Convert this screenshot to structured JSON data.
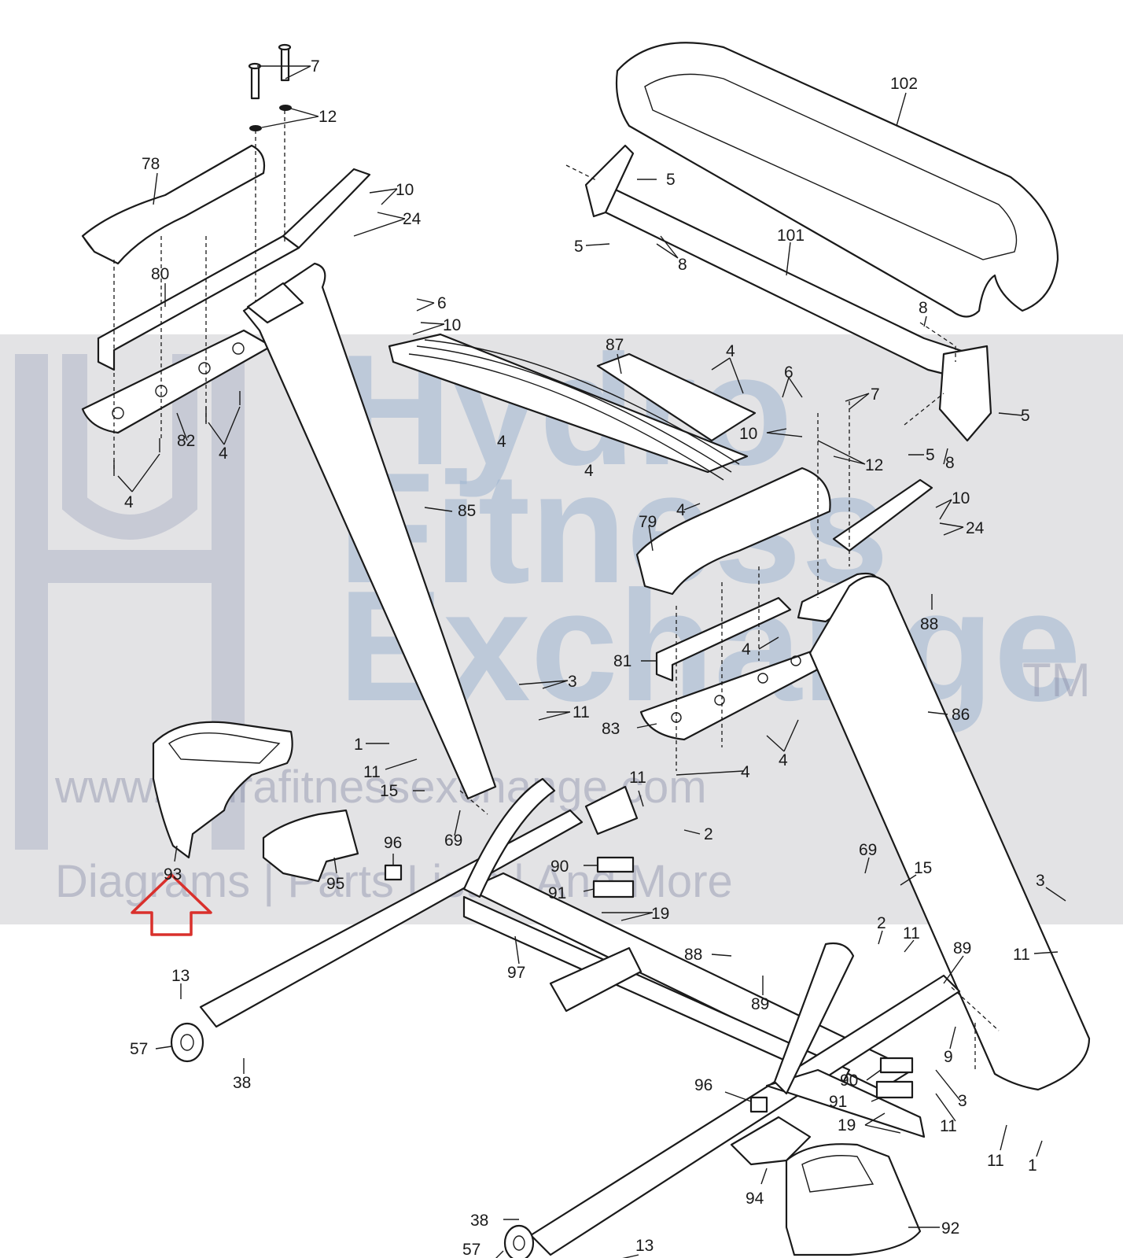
{
  "watermark": {
    "brand_line1": "Hydro",
    "brand_line2": "Fitness",
    "brand_line3": "Exchange",
    "trademark": "TM",
    "url": "www.hydrafitnessexchange.com",
    "tagline": "Diagrams | Parts Lists | And More",
    "band_color": "#d9d9dc",
    "logo_color": "#9fb4d0"
  },
  "highlight": {
    "arrow_color": "#d9302c",
    "target_part": "93"
  },
  "part_labels": [
    {
      "id": "p7a",
      "text": "7"
    },
    {
      "id": "p12a",
      "text": "12"
    },
    {
      "id": "p78",
      "text": "78"
    },
    {
      "id": "p10a",
      "text": "10"
    },
    {
      "id": "p24a",
      "text": "24"
    },
    {
      "id": "p80",
      "text": "80"
    },
    {
      "id": "p82",
      "text": "82"
    },
    {
      "id": "p4a",
      "text": "4"
    },
    {
      "id": "p4b",
      "text": "4"
    },
    {
      "id": "p102",
      "text": "102"
    },
    {
      "id": "p5a",
      "text": "5"
    },
    {
      "id": "p5b",
      "text": "5"
    },
    {
      "id": "p8a",
      "text": "8"
    },
    {
      "id": "p101",
      "text": "101"
    },
    {
      "id": "p6a",
      "text": "6"
    },
    {
      "id": "p10b",
      "text": "10"
    },
    {
      "id": "p87",
      "text": "87"
    },
    {
      "id": "p4c",
      "text": "4"
    },
    {
      "id": "p4d",
      "text": "4"
    },
    {
      "id": "p4e",
      "text": "4"
    },
    {
      "id": "p8b",
      "text": "8"
    },
    {
      "id": "p5c",
      "text": "5"
    },
    {
      "id": "p6b",
      "text": "6"
    },
    {
      "id": "p7b",
      "text": "7"
    },
    {
      "id": "p10c",
      "text": "10"
    },
    {
      "id": "p12b",
      "text": "12"
    },
    {
      "id": "p5d",
      "text": "5"
    },
    {
      "id": "p8c",
      "text": "8"
    },
    {
      "id": "p85",
      "text": "85"
    },
    {
      "id": "p4f",
      "text": "4"
    },
    {
      "id": "p79",
      "text": "79"
    },
    {
      "id": "p10d",
      "text": "10"
    },
    {
      "id": "p24b",
      "text": "24"
    },
    {
      "id": "p88a",
      "text": "88"
    },
    {
      "id": "p4g",
      "text": "4"
    },
    {
      "id": "p81",
      "text": "81"
    },
    {
      "id": "p86",
      "text": "86"
    },
    {
      "id": "p3a",
      "text": "3"
    },
    {
      "id": "p11a",
      "text": "11"
    },
    {
      "id": "p83",
      "text": "83"
    },
    {
      "id": "p4h",
      "text": "4"
    },
    {
      "id": "p4i",
      "text": "4"
    },
    {
      "id": "p1a",
      "text": "1"
    },
    {
      "id": "p11b",
      "text": "11"
    },
    {
      "id": "p15a",
      "text": "15"
    },
    {
      "id": "p11c",
      "text": "11"
    },
    {
      "id": "p2a",
      "text": "2"
    },
    {
      "id": "p69a",
      "text": "69"
    },
    {
      "id": "p96a",
      "text": "96"
    },
    {
      "id": "p93",
      "text": "93"
    },
    {
      "id": "p95",
      "text": "95"
    },
    {
      "id": "p90a",
      "text": "90"
    },
    {
      "id": "p91a",
      "text": "91"
    },
    {
      "id": "p19a",
      "text": "19"
    },
    {
      "id": "p69b",
      "text": "69"
    },
    {
      "id": "p15b",
      "text": "15"
    },
    {
      "id": "p3b",
      "text": "3"
    },
    {
      "id": "p11d",
      "text": "11"
    },
    {
      "id": "p2b",
      "text": "2"
    },
    {
      "id": "p11e",
      "text": "11"
    },
    {
      "id": "p89a",
      "text": "89"
    },
    {
      "id": "p88b",
      "text": "88"
    },
    {
      "id": "p89b",
      "text": "89"
    },
    {
      "id": "p97",
      "text": "97"
    },
    {
      "id": "p13a",
      "text": "13"
    },
    {
      "id": "p57a",
      "text": "57"
    },
    {
      "id": "p38a",
      "text": "38"
    },
    {
      "id": "p9",
      "text": "9"
    },
    {
      "id": "p96b",
      "text": "96"
    },
    {
      "id": "p90b",
      "text": "90"
    },
    {
      "id": "p91b",
      "text": "91"
    },
    {
      "id": "p3c",
      "text": "3"
    },
    {
      "id": "p11f",
      "text": "11"
    },
    {
      "id": "p19b",
      "text": "19"
    },
    {
      "id": "p11g",
      "text": "11"
    },
    {
      "id": "p1b",
      "text": "1"
    },
    {
      "id": "p94",
      "text": "94"
    },
    {
      "id": "p92",
      "text": "92"
    },
    {
      "id": "p38b",
      "text": "38"
    },
    {
      "id": "p57b",
      "text": "57"
    },
    {
      "id": "p13b",
      "text": "13"
    }
  ]
}
